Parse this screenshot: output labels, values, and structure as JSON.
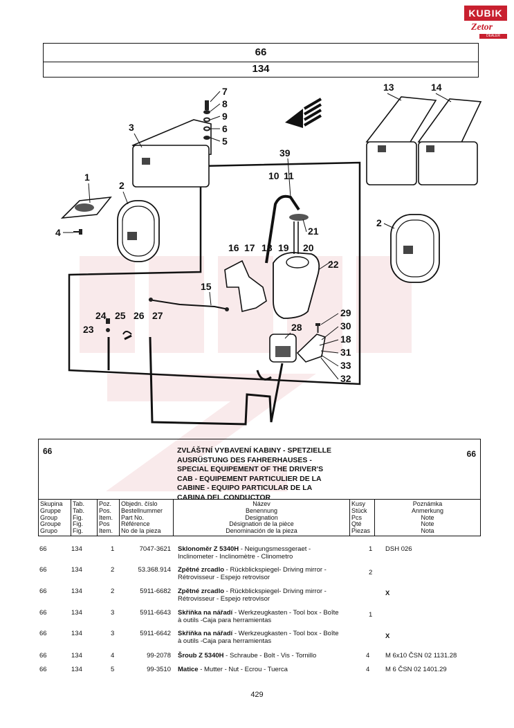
{
  "logo": {
    "brand": "KUBIK",
    "sub": "Zetor",
    "tag": "DEALER"
  },
  "header": {
    "group": "66",
    "figure": "134"
  },
  "callouts": [
    "7",
    "8",
    "9",
    "6",
    "5",
    "3",
    "13",
    "14",
    "39",
    "10",
    "11",
    "1",
    "2",
    "4",
    "21",
    "20",
    "16",
    "17",
    "18",
    "19",
    "22",
    "2",
    "15",
    "24",
    "25",
    "26",
    "27",
    "23",
    "29",
    "30",
    "28",
    "18",
    "31",
    "33",
    "32"
  ],
  "section": {
    "group_left": "66",
    "group_right": "66",
    "title_lines": [
      "ZVLÁŠTNÍ VYBAVENÍ KABINY - SPETZIELLE",
      "AUSRÜSTUNG DES FAHRERHAUSES -",
      "SPECIAL EQUIPEMENT OF THE DRIVER'S",
      "CAB - EQUIPEMENT PARTICULIER DE LA",
      "CABINE - EQUIPO PARTICULAR DE LA",
      "CABINA DEL CONDUCTOR"
    ]
  },
  "columns": {
    "skupina": [
      "Skupina",
      "Gruppe",
      "Group",
      "Groupe",
      "Grupo"
    ],
    "tab": [
      "Tab.",
      "Tab.",
      "Fig.",
      "Fig.",
      "Fig."
    ],
    "poz": [
      "Poz.",
      "Pos.",
      "Item.",
      "Pos",
      "Item."
    ],
    "objedn": [
      "Objedn. číslo",
      "Bestellnummer",
      "Part No.",
      "Référence",
      "No de la pieza"
    ],
    "nazev": [
      "Název",
      "Benennung",
      "Designation",
      "Désignation de la pièce",
      "Denominación de la pieza"
    ],
    "kusy": [
      "Kusy",
      "Stück",
      "Pcs",
      "Qté",
      "Piezas"
    ],
    "poznamka": [
      "Poznámka",
      "Anmerkung",
      "Note",
      "Note",
      "Nota"
    ]
  },
  "rows": [
    {
      "grp": "66",
      "tab": "134",
      "pos": "1",
      "part": "7047-3621",
      "name_bold": "Sklonoměr Z 5340H",
      "name_rest": " - Neigungsmessgeraet -",
      "name_line2": "Inclinometer - Inclinomètre - Clinometro",
      "qty": "1",
      "note": "DSH 026"
    },
    {
      "grp": "66",
      "tab": "134",
      "pos": "2",
      "part": "53.368.914",
      "name_bold": "Zpětné zrcadlo",
      "name_rest": " - Rückblickspiegel- Driving mirror -",
      "name_line2": "Rétrovisseur - Espejo retrovisor",
      "qty": "2",
      "note": ""
    },
    {
      "grp": "66",
      "tab": "134",
      "pos": "2",
      "part": "5911-6682",
      "name_bold": "Zpětné zrcadlo",
      "name_rest": " - Rückblickspiegel- Driving mirror -",
      "name_line2": "Rétrovisseur - Espejo retrovisor",
      "qty": "",
      "note": "X"
    },
    {
      "grp": "66",
      "tab": "134",
      "pos": "3",
      "part": "5911-6643",
      "name_bold": "Skříňka na nářadí",
      "name_rest": " - Werkzeugkasten - Tool box - Boîte",
      "name_line2": "à outils -Caja para herramientas",
      "qty": "1",
      "note": ""
    },
    {
      "grp": "66",
      "tab": "134",
      "pos": "3",
      "part": "5911-6642",
      "name_bold": "Skříňka na nářadí",
      "name_rest": " - Werkzeugkasten - Tool box - Boîte",
      "name_line2": "à outils -Caja para herramientas",
      "qty": "",
      "note": "X"
    },
    {
      "grp": "66",
      "tab": "134",
      "pos": "4",
      "part": "99-2078",
      "name_bold": "Šroub Z 5340H",
      "name_rest": " - Schraube - Bolt - Vis - Tornillo",
      "name_line2": "",
      "qty": "4",
      "note": "M 6x10 ČSN 02 1131.28"
    },
    {
      "grp": "66",
      "tab": "134",
      "pos": "5",
      "part": "99-3510",
      "name_bold": "Matice",
      "name_rest": " - Mutter - Nut - Ecrou - Tuerca",
      "name_line2": "",
      "qty": "4",
      "note": "M 6 ČSN 02 1401.29"
    }
  ],
  "page_number": "429"
}
